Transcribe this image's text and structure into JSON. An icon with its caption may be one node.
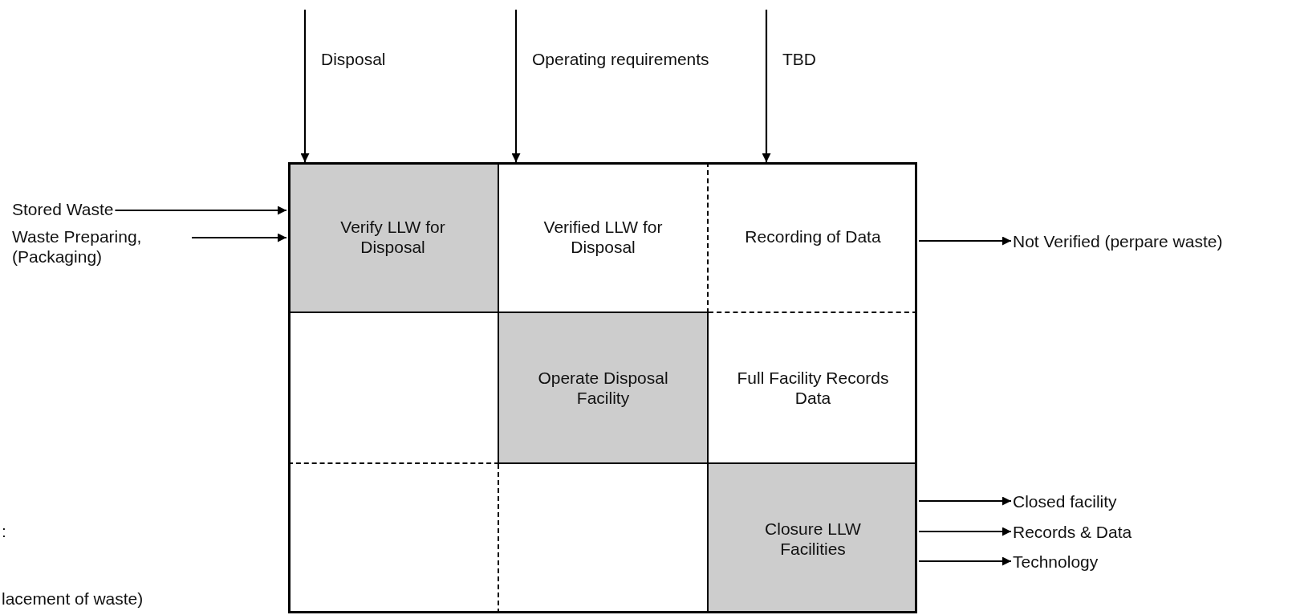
{
  "diagram": {
    "nodes": [
      {
        "text": [
          "Verify LLW for Disposal"
        ]
      },
      {
        "text": [
          "Verified LLW for Disposal"
        ]
      },
      {
        "text": [
          "Recording of Data"
        ]
      },
      {
        "text": [],
        "shape": "box"
      },
      {
        "text": [
          "Operate Disposal Facility"
        ]
      },
      {
        "text": [
          "Full Facility Records Data"
        ]
      },
      {
        "text": [],
        "shape": "box"
      },
      {
        "text": [],
        "shape": "box"
      },
      {
        "text": [
          "Closure LLW Facilities"
        ]
      },
      {
        "text": [
          "Stored Waste"
        ]
      },
      {
        "text": [
          "Waste Preparing, (Packaging)"
        ]
      },
      {
        "text": [
          "Not Verified (perpare waste)"
        ]
      },
      {
        "text": [
          "Closed facility"
        ]
      },
      {
        "text": [
          "Records & Data"
        ]
      },
      {
        "text": [
          "Technology"
        ]
      }
    ],
    "edges": [
      {
        "from": null,
        "to": 0,
        "arrow": "to",
        "label": "Disposal"
      },
      {
        "from": null,
        "to": 1,
        "arrow": "to",
        "label": "Operating requirements"
      },
      {
        "from": null,
        "to": 2,
        "arrow": "to",
        "label": "TBD"
      },
      {
        "from": 9,
        "to": 0,
        "arrow": "to"
      },
      {
        "from": 10,
        "to": 0,
        "arrow": "to"
      },
      {
        "from": 2,
        "to": 11,
        "arrow": "to"
      },
      {
        "from": 8,
        "to": 12,
        "arrow": "to"
      },
      {
        "from": 8,
        "to": 13,
        "arrow": "to"
      },
      {
        "from": 8,
        "to": 14,
        "arrow": "to"
      }
    ],
    "labels": [
      ":",
      "lacement of waste)"
    ]
  }
}
